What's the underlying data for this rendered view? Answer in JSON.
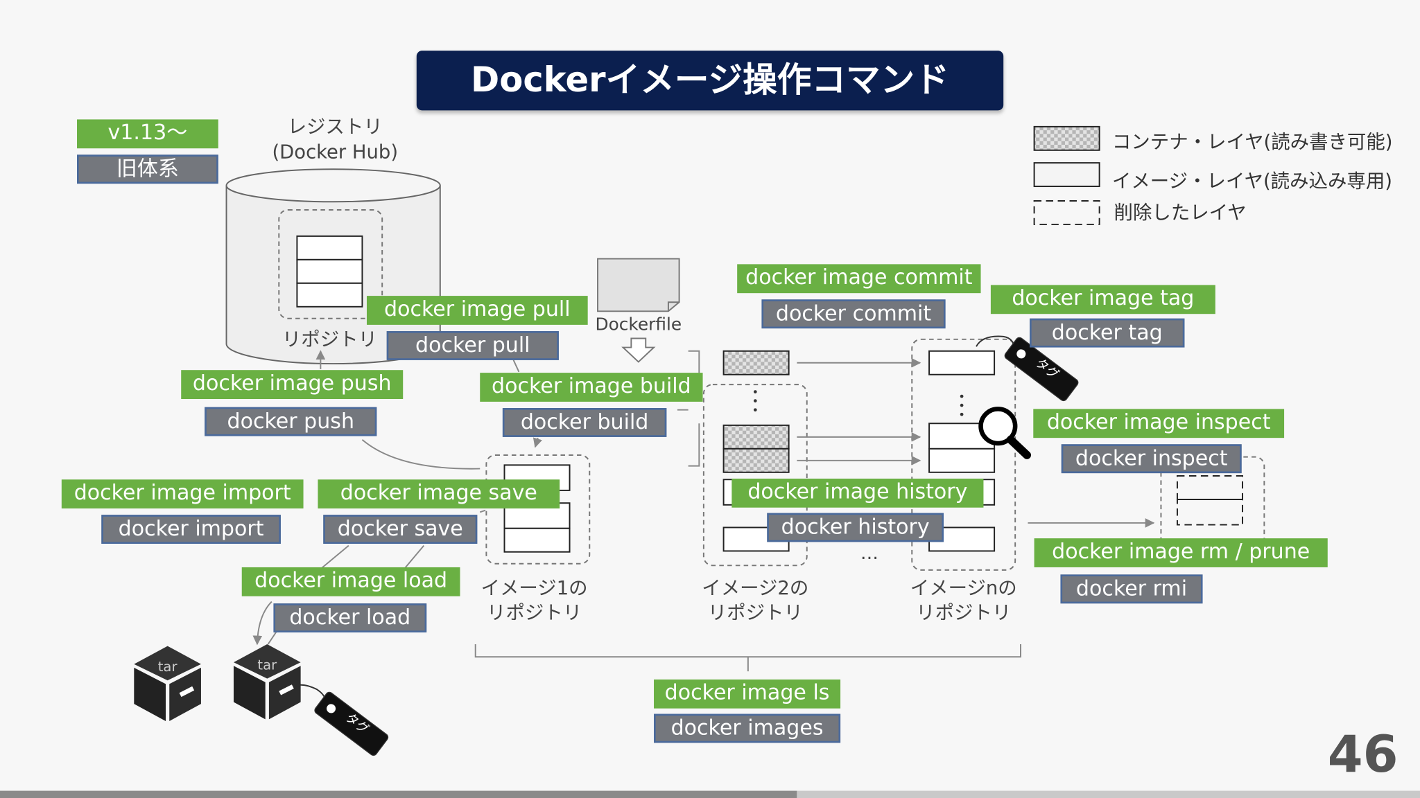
{
  "title": "Dockerイメージ操作コマンド",
  "page_number": "46",
  "version_labels": {
    "new": "v1.13〜",
    "old": "旧体系"
  },
  "registry": {
    "label_line1": "レジストリ",
    "label_line2": "(Docker Hub)",
    "repo_label": "リポジトリ"
  },
  "dockerfile": {
    "label": "Dockerfile"
  },
  "legend": {
    "container_layer": "コンテナ・レイヤ(読み書き可能)",
    "image_layer": "イメージ・レイヤ(読み込み専用)",
    "deleted_layer": "削除したレイヤ"
  },
  "repos": {
    "repo1": {
      "line1": "イメージ1の",
      "line2": "リポジトリ"
    },
    "repo2": {
      "line1": "イメージ2の",
      "line2": "リポジトリ"
    },
    "repon": {
      "line1": "イメージnの",
      "line2": "リポジトリ"
    },
    "ellipsis": "…"
  },
  "tar_label": "tar",
  "tag_label": "タグ",
  "commands": {
    "pull": {
      "new": "docker image pull",
      "old": "docker pull"
    },
    "push": {
      "new": "docker image push",
      "old": "docker push"
    },
    "build": {
      "new": "docker image build",
      "old": "docker build"
    },
    "commit": {
      "new": "docker image commit",
      "old": "docker commit"
    },
    "tag": {
      "new": "docker image tag",
      "old": "docker tag"
    },
    "inspect": {
      "new": "docker image inspect",
      "old": "docker inspect"
    },
    "history": {
      "new": "docker image history",
      "old": "docker history"
    },
    "rm": {
      "new": "docker image rm / prune",
      "old": "docker rmi"
    },
    "import": {
      "new": "docker image import",
      "old": "docker import"
    },
    "save": {
      "new": "docker image save",
      "old": "docker save"
    },
    "load": {
      "new": "docker image load",
      "old": "docker load"
    },
    "ls": {
      "new": "docker image ls",
      "old": "docker images"
    }
  }
}
